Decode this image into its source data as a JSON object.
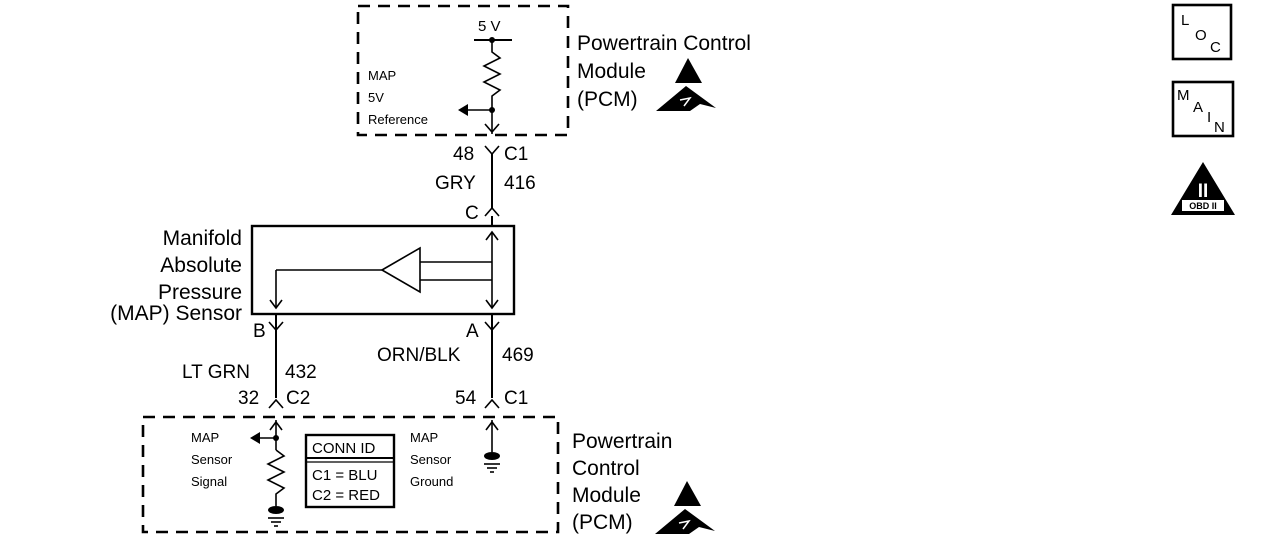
{
  "pcm_top": {
    "title_line1": "Powertrain Control",
    "title_line2": "Module",
    "title_line3": "(PCM)",
    "supply": "5 V",
    "ref_line1": "MAP",
    "ref_line2": "5V",
    "ref_line3": "Reference"
  },
  "wire_top": {
    "pin": "48",
    "connector": "C1",
    "color": "GRY",
    "circuit": "416",
    "sensor_pin": "C"
  },
  "sensor": {
    "name_line1": "Manifold",
    "name_line2": "Absolute",
    "name_line3": "Pressure",
    "name_line4": "(MAP) Sensor",
    "pin_b": "B",
    "pin_a": "A"
  },
  "wire_left": {
    "color": "LT GRN",
    "circuit": "432",
    "pin": "32",
    "connector": "C2"
  },
  "wire_right": {
    "color": "ORN/BLK",
    "circuit": "469",
    "pin": "54",
    "connector": "C1"
  },
  "pcm_bottom": {
    "title_line1": "Powertrain",
    "title_line2": "Control",
    "title_line3": "Module",
    "title_line4": "(PCM)",
    "signal_line1": "MAP",
    "signal_line2": "Sensor",
    "signal_line3": "Signal",
    "ground_line1": "MAP",
    "ground_line2": "Sensor",
    "ground_line3": "Ground",
    "conn_id_title": "CONN ID",
    "conn_id_row1": "C1 = BLU",
    "conn_id_row2": "C2 = RED"
  },
  "side_icons": {
    "loc_l": "L",
    "loc_o": "O",
    "loc_c": "C",
    "main_m": "M",
    "main_a": "A",
    "main_i": "I",
    "main_n": "N",
    "obd_numeral": "II",
    "obd_label": "OBD II"
  }
}
